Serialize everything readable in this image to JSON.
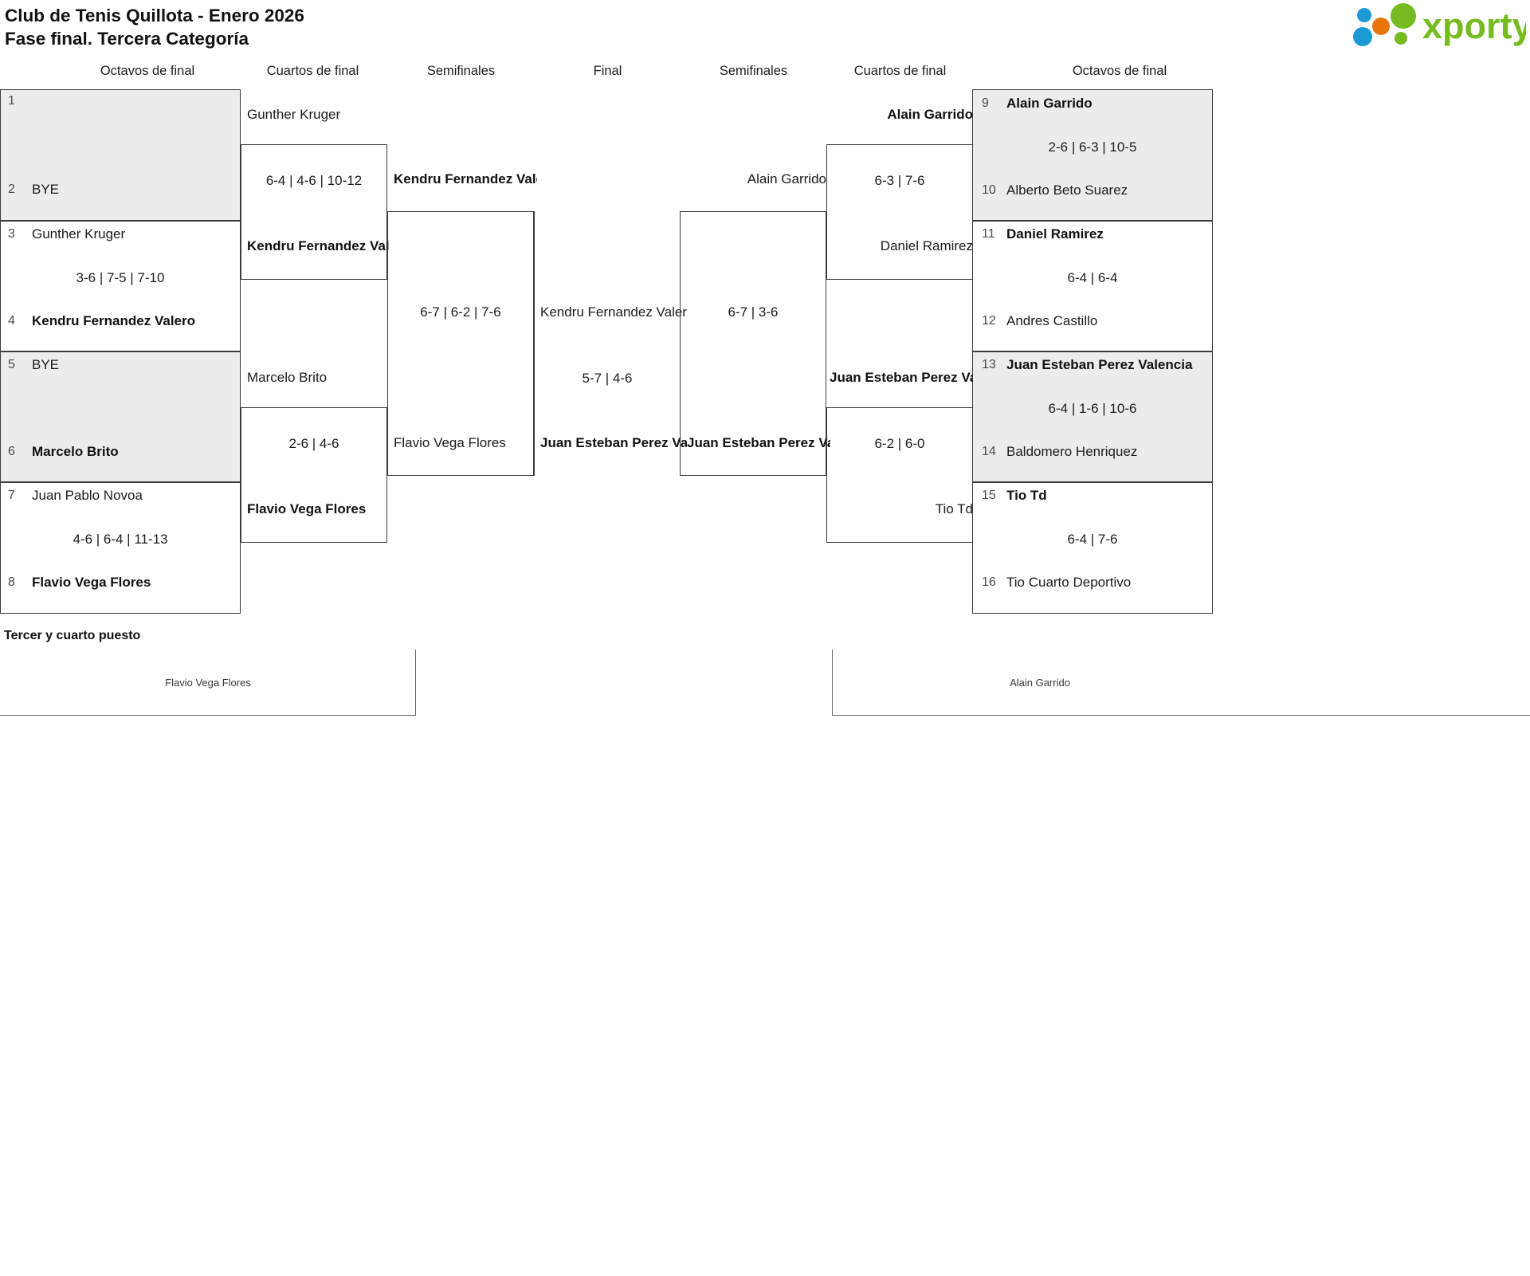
{
  "header": {
    "title_line1": "Club de Tenis Quillota - Enero 2026",
    "title_line2": "Fase final. Tercera Categoría",
    "logo_text": "xporty",
    "logo_colors": {
      "blue": "#1b9ad6",
      "orange": "#e8740c",
      "green": "#76bc21"
    }
  },
  "round_headers": {
    "l_r16": "Octavos de final",
    "l_qf": "Cuartos de final",
    "l_sf": "Semifinales",
    "final": "Final",
    "r_sf": "Semifinales",
    "r_qf": "Cuartos de final",
    "r_r16": "Octavos de final"
  },
  "left_r16": [
    {
      "seed": "1",
      "name": "",
      "winner": false
    },
    {
      "seed": "2",
      "name": "BYE",
      "winner": false
    },
    {
      "seed": "3",
      "name": "Gunther Kruger",
      "winner": false
    },
    {
      "seed": "4",
      "name": "Kendru Fernandez Valero",
      "winner": true
    },
    {
      "seed": "5",
      "name": "BYE",
      "winner": false
    },
    {
      "seed": "6",
      "name": "Marcelo Brito",
      "winner": true
    },
    {
      "seed": "7",
      "name": "Juan Pablo Novoa",
      "winner": false
    },
    {
      "seed": "8",
      "name": "Flavio Vega Flores",
      "winner": true
    }
  ],
  "left_r16_scores": {
    "m1": "",
    "m2": "3-6 | 7-5 | 7-10",
    "m3": "",
    "m4": "4-6 | 6-4 | 11-13"
  },
  "right_r16": [
    {
      "seed": "9",
      "name": "Alain Garrido",
      "winner": true
    },
    {
      "seed": "10",
      "name": "Alberto Beto Suarez",
      "winner": false
    },
    {
      "seed": "11",
      "name": "Daniel Ramirez",
      "winner": true
    },
    {
      "seed": "12",
      "name": "Andres Castillo",
      "winner": false
    },
    {
      "seed": "13",
      "name": "Juan Esteban Perez Valencia",
      "winner": true
    },
    {
      "seed": "14",
      "name": "Baldomero Henriquez",
      "winner": false
    },
    {
      "seed": "15",
      "name": "Tio Td",
      "winner": true
    },
    {
      "seed": "16",
      "name": "Tio Cuarto Deportivo",
      "winner": false
    }
  ],
  "right_r16_scores": {
    "m1": "2-6 | 6-3 | 10-5",
    "m2": "6-4 | 6-4",
    "m3": "6-4 | 1-6 | 10-6",
    "m4": "6-4 | 7-6"
  },
  "left_qf": [
    {
      "top": "Gunther Kruger",
      "top_win": false,
      "bottom": "Kendru Fernandez Valero",
      "bottom_win": true,
      "score": "6-4 | 4-6 | 10-12"
    },
    {
      "top": "Marcelo Brito",
      "top_win": false,
      "bottom": "Flavio Vega Flores",
      "bottom_win": true,
      "score": "2-6 | 4-6"
    }
  ],
  "left_sf": [
    {
      "top": "Kendru Fernandez Valero",
      "top_win": true,
      "bottom": "Flavio Vega Flores",
      "bottom_win": false,
      "score": "6-7 | 6-2 | 7-6"
    }
  ],
  "final": {
    "top": "Kendru Fernandez Valero",
    "top_win": true,
    "bottom": "Juan Esteban Perez Valencia",
    "bottom_win": true,
    "score": "5-7 | 4-6"
  },
  "right_sf": [
    {
      "top": "Alain Garrido",
      "top_win": false,
      "bottom": "Juan Esteban Perez Valencia",
      "bottom_win": true,
      "score": "6-7 | 3-6"
    }
  ],
  "right_qf": [
    {
      "top": "Alain Garrido",
      "top_win": true,
      "bottom": "Daniel Ramirez",
      "bottom_win": false,
      "score": "6-3 | 7-6"
    },
    {
      "top": "Juan Esteban Perez Valencia",
      "top_win": true,
      "bottom": "Tio Td",
      "bottom_win": false,
      "score": "6-2 | 6-0"
    }
  ],
  "third_place": {
    "title": "Tercer y cuarto puesto",
    "left_player": "Flavio Vega Flores",
    "right_player": "Alain Garrido"
  }
}
